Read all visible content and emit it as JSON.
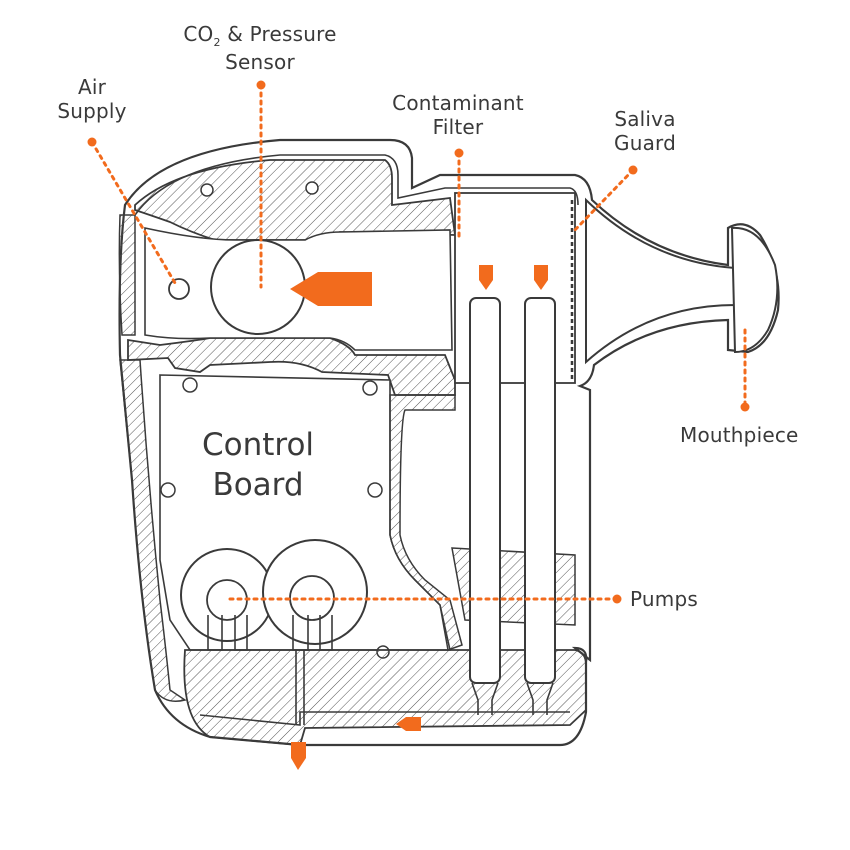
{
  "labels": {
    "air_supply": [
      "Air",
      "Supply"
    ],
    "co2_sensor": {
      "co": "CO",
      "sub": "2",
      "rest": " & Pressure",
      "line2": "Sensor"
    },
    "contaminant_filter": [
      "Contaminant",
      "Filter"
    ],
    "saliva_guard": [
      "Saliva",
      "Guard"
    ],
    "mouthpiece": "Mouthpiece",
    "pumps": "Pumps",
    "control_board": [
      "Control",
      "Board"
    ]
  },
  "colors": {
    "accent": "#F26B1D",
    "outline": "#3a3a3a",
    "hatch": "#555555",
    "background": "#ffffff"
  }
}
